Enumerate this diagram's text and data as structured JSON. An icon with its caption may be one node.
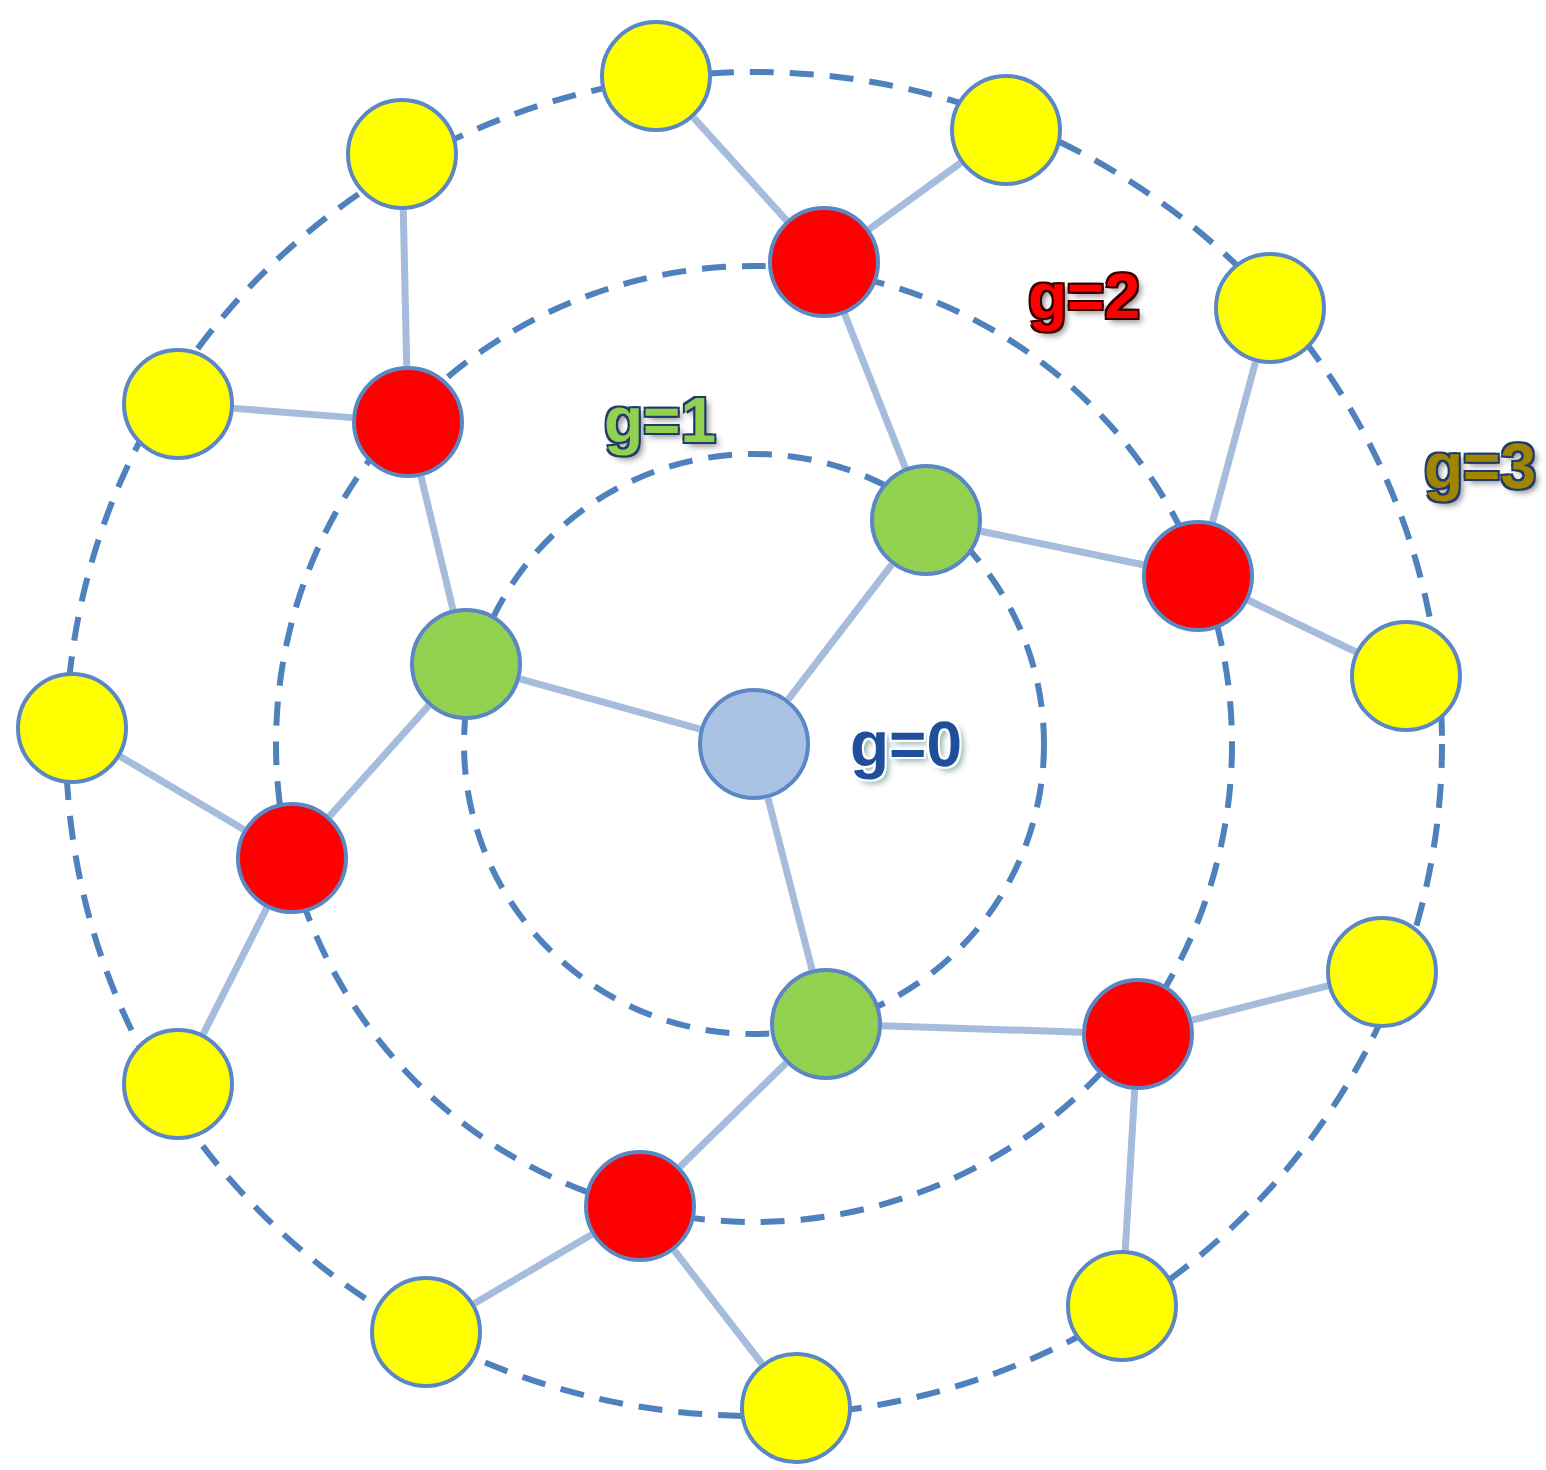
{
  "diagram": {
    "nodes": [
      {
        "text": [],
        "shape": "circle"
      },
      {
        "text": [],
        "shape": "circle"
      },
      {
        "text": [],
        "shape": "circle"
      },
      {
        "text": [],
        "shape": "circle"
      },
      {
        "text": [],
        "shape": "circle"
      },
      {
        "text": [],
        "shape": "circle"
      },
      {
        "text": [],
        "shape": "circle"
      },
      {
        "text": [],
        "shape": "circle"
      },
      {
        "text": [],
        "shape": "circle"
      },
      {
        "text": [],
        "shape": "circle"
      },
      {
        "text": [],
        "shape": "circle"
      },
      {
        "text": [],
        "shape": "circle"
      },
      {
        "text": [],
        "shape": "circle"
      },
      {
        "text": [],
        "shape": "circle"
      },
      {
        "text": [],
        "shape": "circle"
      },
      {
        "text": [],
        "shape": "circle"
      },
      {
        "text": [],
        "shape": "circle"
      },
      {
        "text": [],
        "shape": "circle"
      },
      {
        "text": [],
        "shape": "circle"
      },
      {
        "text": [],
        "shape": "circle"
      },
      {
        "text": [],
        "shape": "circle"
      },
      {
        "text": [],
        "shape": "circle"
      }
    ],
    "edges": [
      {
        "from": 0,
        "to": 1,
        "arrow": "none"
      },
      {
        "from": 0,
        "to": 2,
        "arrow": "none"
      },
      {
        "from": 0,
        "to": 3,
        "arrow": "none"
      },
      {
        "from": 1,
        "to": 4,
        "arrow": "none"
      },
      {
        "from": 1,
        "to": 5,
        "arrow": "none"
      },
      {
        "from": 2,
        "to": 6,
        "arrow": "none"
      },
      {
        "from": 2,
        "to": 7,
        "arrow": "none"
      },
      {
        "from": 3,
        "to": 8,
        "arrow": "none"
      },
      {
        "from": 3,
        "to": 9,
        "arrow": "none"
      },
      {
        "from": 4,
        "to": 10,
        "arrow": "none"
      },
      {
        "from": 4,
        "to": 11,
        "arrow": "none"
      },
      {
        "from": 5,
        "to": 12,
        "arrow": "none"
      },
      {
        "from": 5,
        "to": 13,
        "arrow": "none"
      },
      {
        "from": 6,
        "to": 14,
        "arrow": "none"
      },
      {
        "from": 6,
        "to": 15,
        "arrow": "none"
      },
      {
        "from": 7,
        "to": 16,
        "arrow": "none"
      },
      {
        "from": 7,
        "to": 17,
        "arrow": "none"
      },
      {
        "from": 8,
        "to": 18,
        "arrow": "none"
      },
      {
        "from": 8,
        "to": 19,
        "arrow": "none"
      },
      {
        "from": 9,
        "to": 20,
        "arrow": "none"
      },
      {
        "from": 9,
        "to": 21,
        "arrow": "none"
      }
    ],
    "labels": [
      "g=0",
      "g=1",
      "g=2",
      "g=3"
    ]
  }
}
